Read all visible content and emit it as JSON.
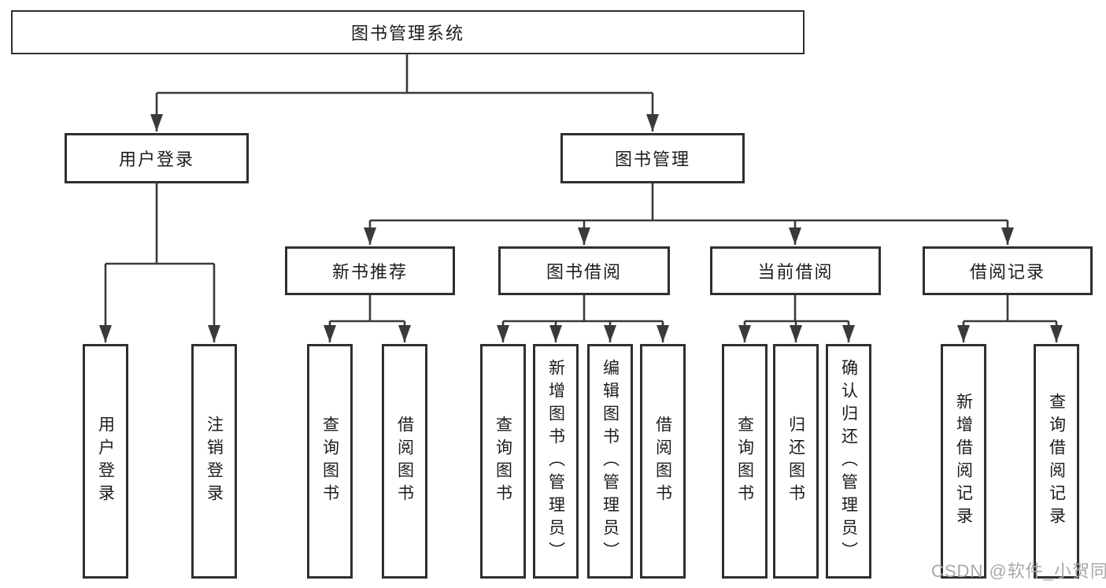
{
  "nodes": {
    "root": "图书管理系统",
    "level2": [
      "用户登录",
      "图书管理"
    ],
    "level3": [
      "新书推荐",
      "图书借阅",
      "当前借阅",
      "借阅记录"
    ],
    "leaves": {
      "user_login": [
        "用户登录",
        "注销登录"
      ],
      "new_books": [
        "查询图书",
        "借阅图书"
      ],
      "book_borrow": [
        "查询图书",
        "新增图书（管理员）",
        "编辑图书（管理员）",
        "借阅图书"
      ],
      "current_borrow": [
        "查询图书",
        "归还图书",
        "确认归还（管理员）"
      ],
      "borrow_records": [
        "新增借阅记录",
        "查询借阅记录"
      ]
    }
  },
  "watermark": "CSDN @软件_小贺同学",
  "colors": {
    "line": "#3a3a3a",
    "box_border": "#2f2f2f",
    "text": "#1c1c1c",
    "watermark": "#a8a8a8",
    "background": "#ffffff"
  }
}
